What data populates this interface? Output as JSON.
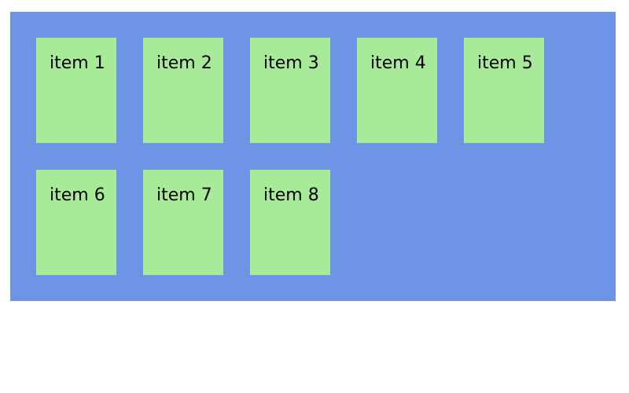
{
  "colors": {
    "container_background": "#6d94e5",
    "item_background": "#a7eb99",
    "page_background": "#ffffff",
    "text": "#000000"
  },
  "items": [
    {
      "label": "item 1"
    },
    {
      "label": "item 2"
    },
    {
      "label": "item 3"
    },
    {
      "label": "item 4"
    },
    {
      "label": "item 5"
    },
    {
      "label": "item 6"
    },
    {
      "label": "item 7"
    },
    {
      "label": "item 8"
    }
  ]
}
